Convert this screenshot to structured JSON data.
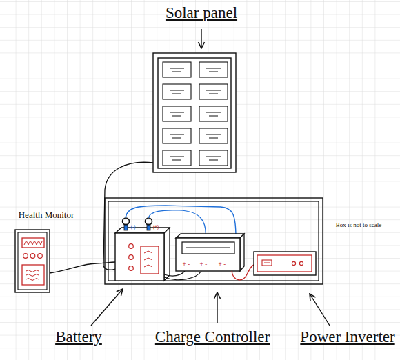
{
  "diagram": {
    "labels": [
      "Solar panel",
      "Health Monitor",
      "(-)",
      "(+)",
      "Box is not to scale",
      "+ -",
      "+ -",
      "+ -",
      "Battery",
      "Charge Controller",
      "Power Inverter"
    ]
  }
}
